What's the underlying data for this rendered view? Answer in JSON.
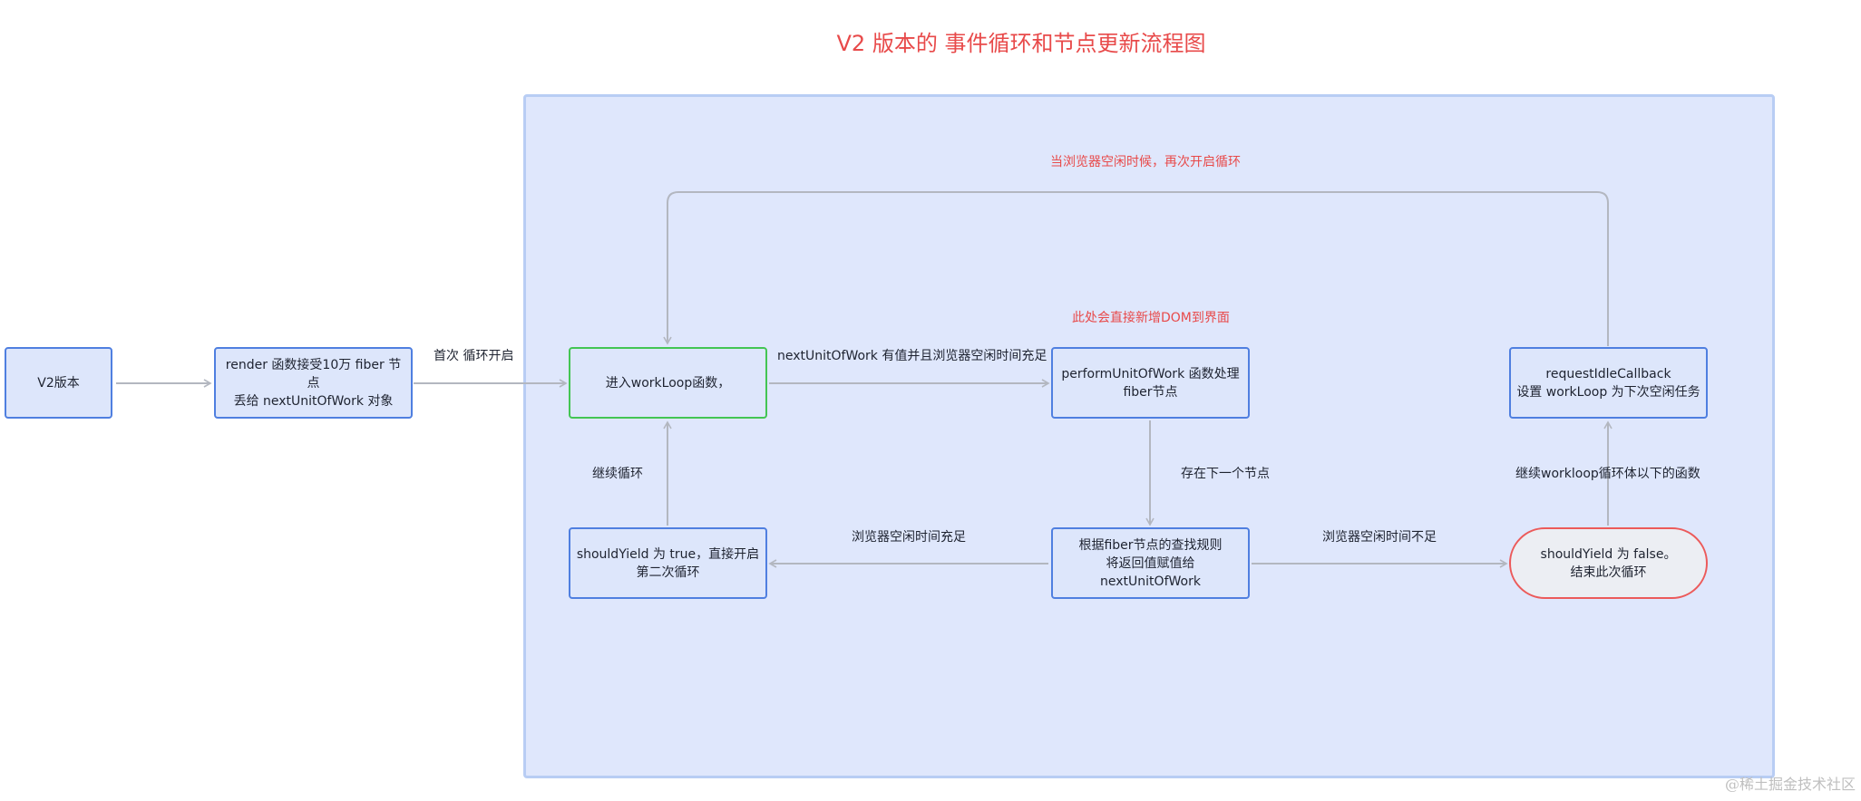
{
  "title": "V2 版本的 事件循环和节点更新流程图",
  "nodes": {
    "v2": "V2版本",
    "render": "render 函数接受10万 fiber 节点\n丢给 nextUnitOfWork 对象",
    "workloop": "进入workLoop函数，",
    "perform": "performUnitOfWork 函数处理\nfiber节点",
    "ric": "requestIdleCallback\n设置 workLoop 为下次空闲任务",
    "yield_true": "shouldYield 为 true，直接开启\n第二次循环",
    "find": "根据fiber节点的查找规则\n将返回值赋值给\nnextUnitOfWork",
    "yield_false": "shouldYield 为 false。\n结束此次循环"
  },
  "labels": {
    "first_loop": "首次 循环开启",
    "has_work": "nextUnitOfWork 有值并且浏览器空闲时间充足",
    "dom_note": "此处会直接新增DOM到界面",
    "idle_again": "当浏览器空闲时候，再次开启循环",
    "next_node": "存在下一个节点",
    "continue_loop": "继续循环",
    "idle_enough": "浏览器空闲时间充足",
    "idle_short": "浏览器空闲时间不足",
    "continue_workloop": "继续workloop循环体以下的函数"
  },
  "watermark": "@稀土掘金技术社区",
  "colors": {
    "accent_red": "#e84a4a",
    "node_border": "#4f7fe0",
    "start_border": "#43c553",
    "end_border": "#ec5a5a",
    "frame_fill": "#dfe7fc",
    "wire": "#b3b7c0"
  }
}
